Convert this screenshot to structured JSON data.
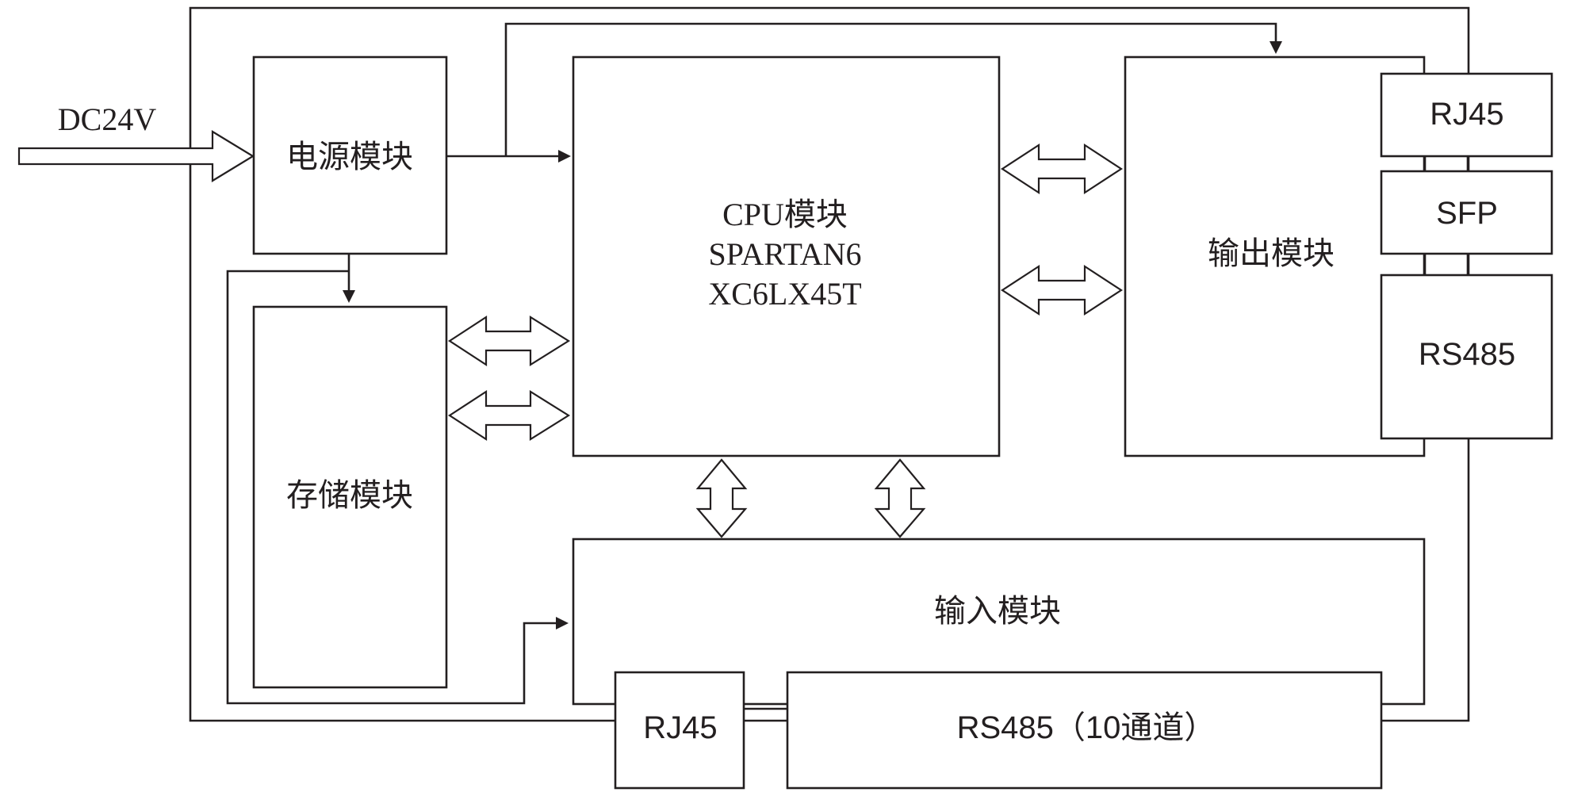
{
  "input": {
    "label": "DC24V"
  },
  "modules": {
    "power": "电源模块",
    "storage": "存储模块",
    "cpu": {
      "line1": "CPU模块",
      "line2": "SPARTAN6",
      "line3": "XC6LX45T"
    },
    "output": "输出模块",
    "input": "输入模块"
  },
  "output_ports": {
    "rj45": "RJ45",
    "sfp": "SFP",
    "rs485": "RS485"
  },
  "input_ports": {
    "rj45": "RJ45",
    "rs485": "RS485（10通道）"
  }
}
